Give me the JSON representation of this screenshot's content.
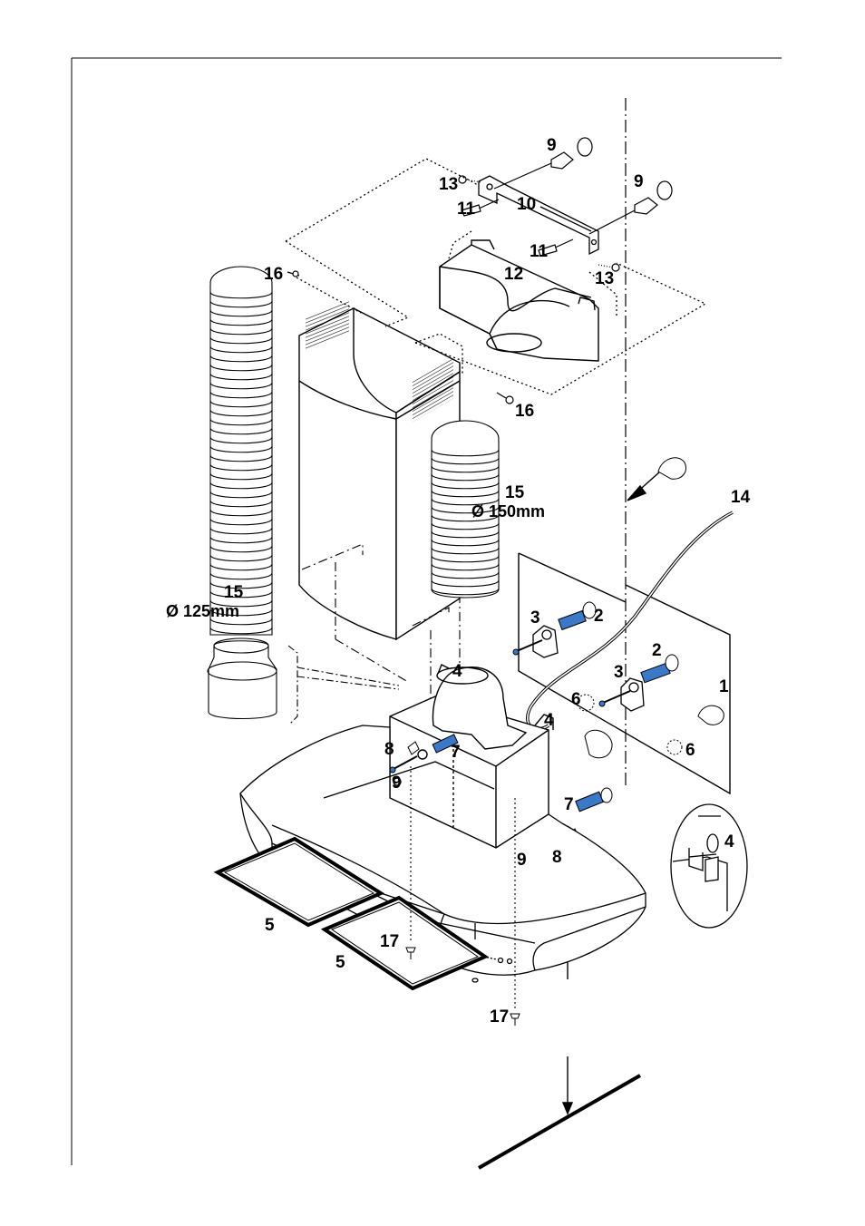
{
  "labels": {
    "n1": "1",
    "n2": "2",
    "n3": "3",
    "n4": "4",
    "n5": "5",
    "n6": "6",
    "n7": "7",
    "n8": "8",
    "n9": "9",
    "n10": "10",
    "n11": "11",
    "n12": "12",
    "n13": "13",
    "n14": "14",
    "n15": "15",
    "n16": "16",
    "n17": "17"
  },
  "dimensions": {
    "pipe_large": "Ø 150mm",
    "pipe_small": "Ø 125mm"
  },
  "colors": {
    "line": "#000000",
    "wall_plug_accent": "#3b78c8",
    "background": "#ffffff"
  }
}
